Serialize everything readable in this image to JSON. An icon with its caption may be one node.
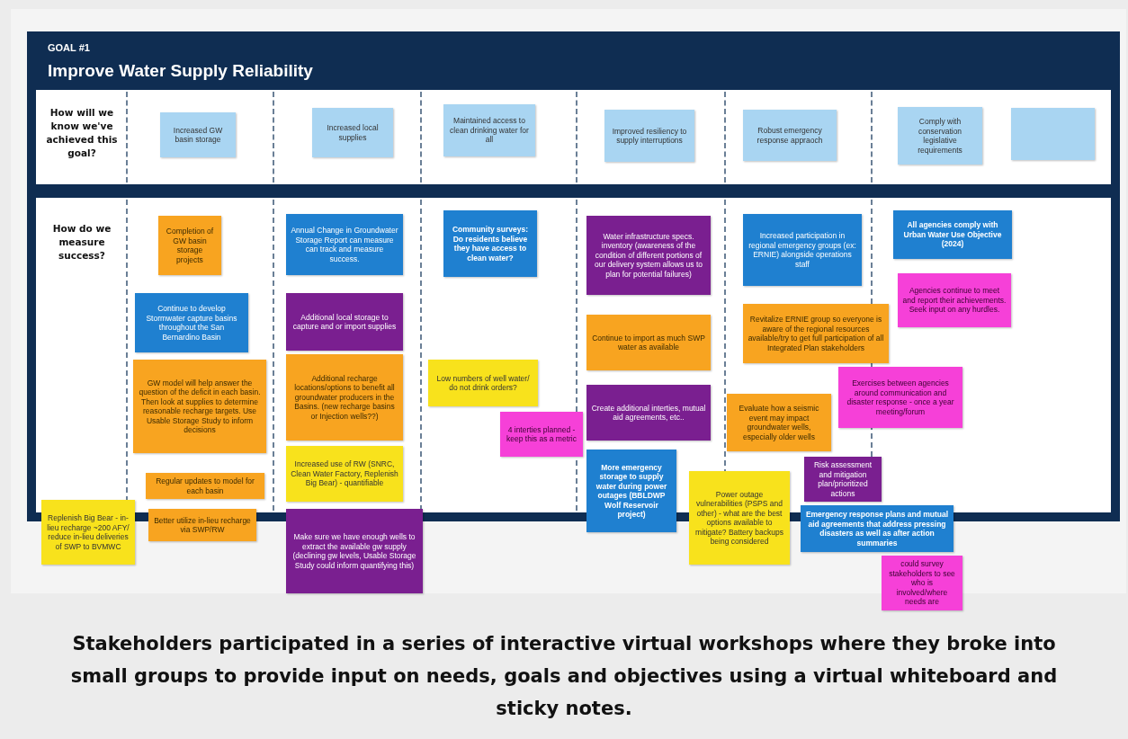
{
  "diagram": {
    "title": "Improve Water Supply Reliability",
    "caption": "Stakeholders participated in a series of interactive virtual workshops where they broke into small groups to provide input on needs, goals and objectives using a virtual whiteboard and sticky notes.",
    "nodes": [
      {
        "text": [
          "Increased GW basin storage"
        ]
      },
      {
        "text": [
          "Increased local supplies"
        ]
      },
      {
        "text": [
          "Maintained access to clean drinking water for all"
        ]
      },
      {
        "text": [
          "Improved resiliency to supply interruptions"
        ]
      },
      {
        "text": [
          "Robust emergency response appraoch"
        ]
      },
      {
        "text": [
          "Comply with conservation legislative requirements"
        ]
      },
      {
        "text": [],
        "shape": "box"
      },
      {
        "text": [
          "Completion of GW basin storage projects"
        ]
      },
      {
        "text": [
          "Continue to develop Stormwater capture basins throughout the San Bernardino Basin"
        ]
      },
      {
        "text": [
          "GW model will help answer the question of the deficit in each basin. Then look at supplies to determine reasonable recharge targets. Use Usable Storage Study to inform decisions"
        ]
      },
      {
        "text": [
          "Regular updates to model for each basin"
        ]
      },
      {
        "text": [
          "Replenish Big Bear - in-lieu recharge ~200 AFY/ reduce in-lieu deliveries of SWP to BVMWC"
        ]
      },
      {
        "text": [
          "Better utilize in-lieu recharge via SWP/RW"
        ]
      },
      {
        "text": [
          "Annual Change in Groundwater Storage Report can measure can track and measure success."
        ]
      },
      {
        "text": [
          "Additional local storage to capture and or import supplies"
        ]
      },
      {
        "text": [
          "Additional recharge locations/options to benefit all groundwater producers in the Basins. (new recharge basins or Injection wells??)"
        ]
      },
      {
        "text": [
          "Increased use of RW (SNRC, Clean Water Factory, Replenish Big Bear) - quantifiable"
        ]
      },
      {
        "text": [
          "Make sure we have enough wells to extract the available gw supply (declining gw levels, Usable Storage Study could inform quantifying this)"
        ]
      },
      {
        "text": [
          "Community surveys: Do residents believe they have access to clean water?"
        ]
      },
      {
        "text": [
          "Low numbers of well water/ do not drink orders?"
        ]
      },
      {
        "text": [
          "4 interties planned - keep this as a metric"
        ]
      },
      {
        "text": [
          "Water infrastructure specs. inventory (awareness of the condition of different portions of our delivery system allows us to plan for potential failures)"
        ]
      },
      {
        "text": [
          "Continue to import as much SWP water as available"
        ]
      },
      {
        "text": [
          "Create additional interties, mutual aid agreements, etc.."
        ]
      },
      {
        "text": [
          "More emergency storage to supply water during power outages (BBLDWP Wolf Reservoir project)"
        ]
      },
      {
        "text": [
          "Power outage vulnerabilities (PSPS and other) - what are the best options available to mitigate? Battery backups being considered"
        ]
      },
      {
        "text": [
          "Increased participation in regional emergency groups (ex: ERNIE) alongside operations staff"
        ]
      },
      {
        "text": [
          "Revitalize ERNIE group so everyone is aware of the regional resources available/try to get full participation of all Integrated Plan stakeholders"
        ]
      },
      {
        "text": [
          "Exercises between agencies around communication and disaster response - once a year meeting/forum"
        ]
      },
      {
        "text": [
          "Evaluate how a seismic event may impact groundwater wells, especially older wells"
        ]
      },
      {
        "text": [
          "Risk assessment and mitigation plan/prioritized actions"
        ]
      },
      {
        "text": [
          "Emergency response plans and mutual aid agreements that address pressing disasters as well as after action summaries"
        ]
      },
      {
        "text": [
          "could survey stakeholders to see who is involved/where needs are"
        ]
      },
      {
        "text": [
          "All agencies comply with Urban Water Use Objective (2024)"
        ]
      },
      {
        "text": [
          "Agencies continue to meet and report their achievements. Seek input on any hurdles."
        ]
      }
    ],
    "labels": [
      "GOAL #1",
      "How will we know we've achieved this goal?",
      "How do we measure success?"
    ]
  }
}
